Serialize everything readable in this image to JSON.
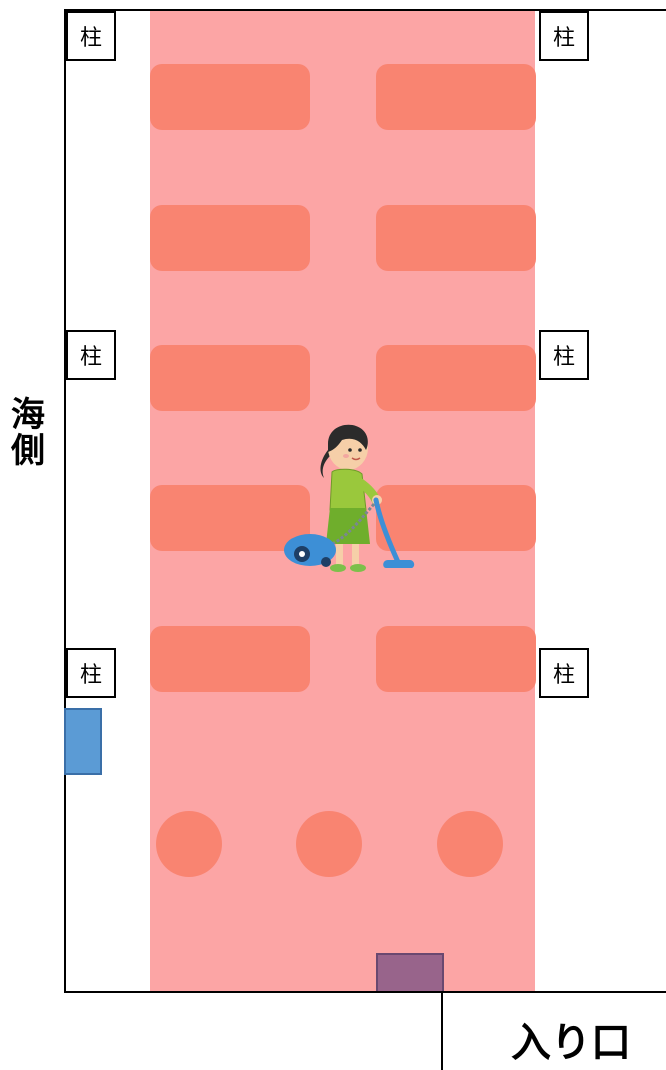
{
  "labels": {
    "pillar": "柱",
    "sea_side_chars": [
      "海",
      "側"
    ],
    "entrance": "入り口"
  },
  "colors": {
    "zone": "#fca5a5",
    "table": "#f98471",
    "blue_box": "#5b9bd5",
    "purple_box": "#98648b"
  },
  "icons": {
    "illustration": "woman-vacuuming-icon"
  }
}
